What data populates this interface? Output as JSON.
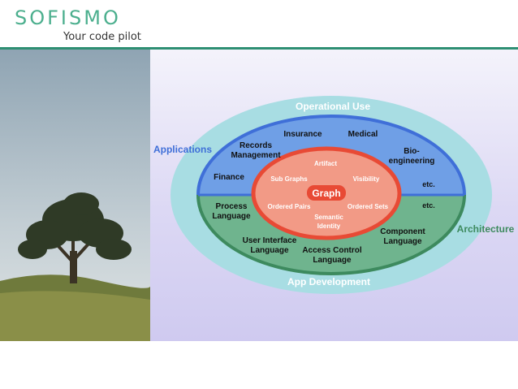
{
  "header": {
    "brand": "SOFISMO",
    "tagline": "Your code pilot"
  },
  "diagram": {
    "outer_top_label": "Operational Use",
    "outer_bottom_label": "App Development",
    "left_label": "Applications",
    "right_label": "Architecture",
    "top_half_items": {
      "insurance": "Insurance",
      "medical": "Medical",
      "records_line1": "Records",
      "records_line2": "Management",
      "bio_line1": "Bio-",
      "bio_line2": "engineering",
      "finance": "Finance",
      "etc_top": "etc."
    },
    "bottom_half_items": {
      "process_line1": "Process",
      "process_line2": "Language",
      "etc_bottom": "etc.",
      "ui_line1": "User Interface",
      "ui_line2": "Language",
      "access_line1": "Access Control",
      "access_line2": "Language",
      "component_line1": "Component",
      "component_line2": "Language"
    },
    "core": {
      "center": "Graph",
      "artifact": "Artifact",
      "sub_graphs": "Sub Graphs",
      "visibility": "Visibility",
      "ordered_pairs": "Ordered Pairs",
      "ordered_sets": "Ordered Sets",
      "semantic_line1": "Semantic",
      "semantic_line2": "Identity"
    },
    "colors": {
      "outer_ring": "#a8dde3",
      "top_half": "#6f9fe6",
      "top_border": "#3f6fd8",
      "bottom_half": "#6fb48e",
      "bottom_border": "#3d8a5e",
      "core_ring": "#e84a35",
      "core_fill": "#f29a86",
      "graph_pill": "#e84a35",
      "applications_text": "#3f6fd8",
      "architecture_text": "#3d8a5e"
    }
  }
}
